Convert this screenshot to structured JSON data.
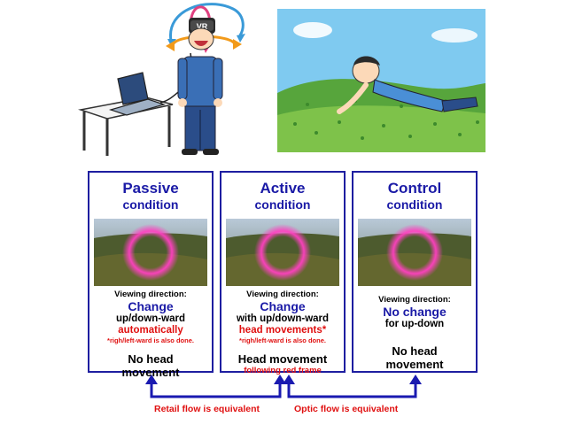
{
  "illustrations": {
    "vr_user_icon": "vr-headset-user-icon",
    "flying_boy_icon": "flying-boy-icon",
    "headset_text": "VR"
  },
  "panels": [
    {
      "title_line1": "Passive",
      "title_line2": "condition",
      "viewing_label": "Viewing direction:",
      "change": "Change",
      "direction": "up/down-ward",
      "red_main": "automatically",
      "note": "*righ/left-ward is also done.",
      "head_line1": "No head",
      "head_line2": "movement",
      "head_sub": ""
    },
    {
      "title_line1": "Active",
      "title_line2": "condition",
      "viewing_label": "Viewing direction:",
      "change": "Change",
      "direction": "with up/down-ward",
      "red_main": "head movements*",
      "note": "*righ/left-ward is also done.",
      "head_line1": "Head movement",
      "head_line2": "",
      "head_sub": "following red frame"
    },
    {
      "title_line1": "Control",
      "title_line2": "condition",
      "viewing_label": "Viewing direction:",
      "change": "No change",
      "direction": "for up-down",
      "red_main": "",
      "note": "",
      "head_line1": "No head",
      "head_line2": "movement",
      "head_sub": ""
    }
  ],
  "flows": {
    "retinal": "Retail flow is equivalent",
    "optic": "Optic flow is equivalent"
  },
  "colors": {
    "panel_border": "#1e1ea0",
    "title_blue": "#1a1aa6",
    "emphasis_red": "#e01010",
    "arrow_blue": "#1a1ab0"
  }
}
